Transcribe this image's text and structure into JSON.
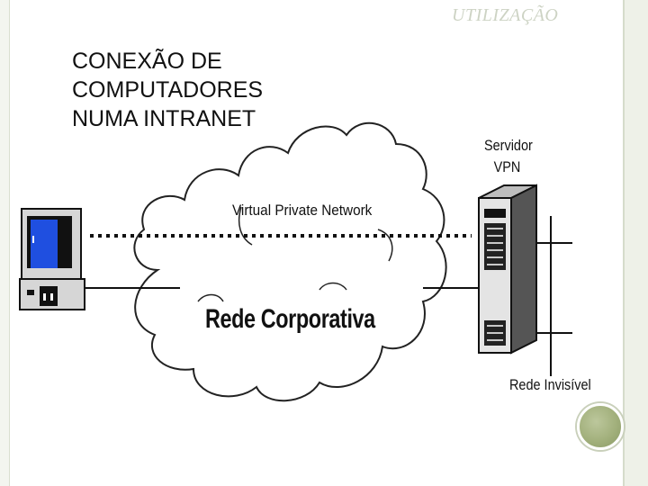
{
  "header": {
    "section_label": "UTILIZAÇÃO"
  },
  "slide": {
    "title": "CONEXÃO DE\nCOMPUTADORES\nNUMA INTRANET"
  },
  "diagram": {
    "vpn_label": "Virtual Private Network",
    "cloud_label": "Rede Corporativa",
    "server_label": "Servidor\nVPN",
    "hidden_network_label": "Rede Invisível"
  },
  "colors": {
    "frame": "#eef1e8",
    "accent_orb": "#a2b07c"
  }
}
